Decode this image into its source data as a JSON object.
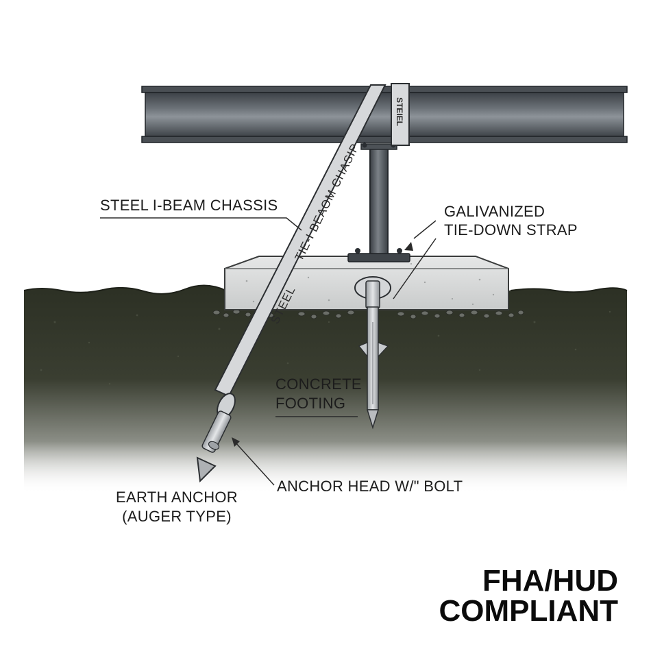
{
  "labels": {
    "chassis": "STEEL I-BEAM CHASSIS",
    "strap_line1": "GALIVANIZED",
    "strap_line2": "TIE-DOWN STRAP",
    "footing_line1": "CONCRETE",
    "footing_line2": "FOOTING",
    "earth_anchor_line1": "EARTH ANCHOR",
    "earth_anchor_line2": "(AUGER TYPE)",
    "anchor_head": "ANCHOR HEAD  W/\" BOLT"
  },
  "strap_text": {
    "upper": "TIE-I BEAOM CHASIP",
    "lower": "STEEL",
    "band": "STEIEL"
  },
  "badge": {
    "line1": "FHA/HUD",
    "line2": "COMPLIANT"
  },
  "colors": {
    "beam": "#4b5055",
    "beam_highlight": "#8a9096",
    "soil_dark": "#2f3326",
    "concrete": "#d9dbdb",
    "strap": "#d4d6d8"
  }
}
